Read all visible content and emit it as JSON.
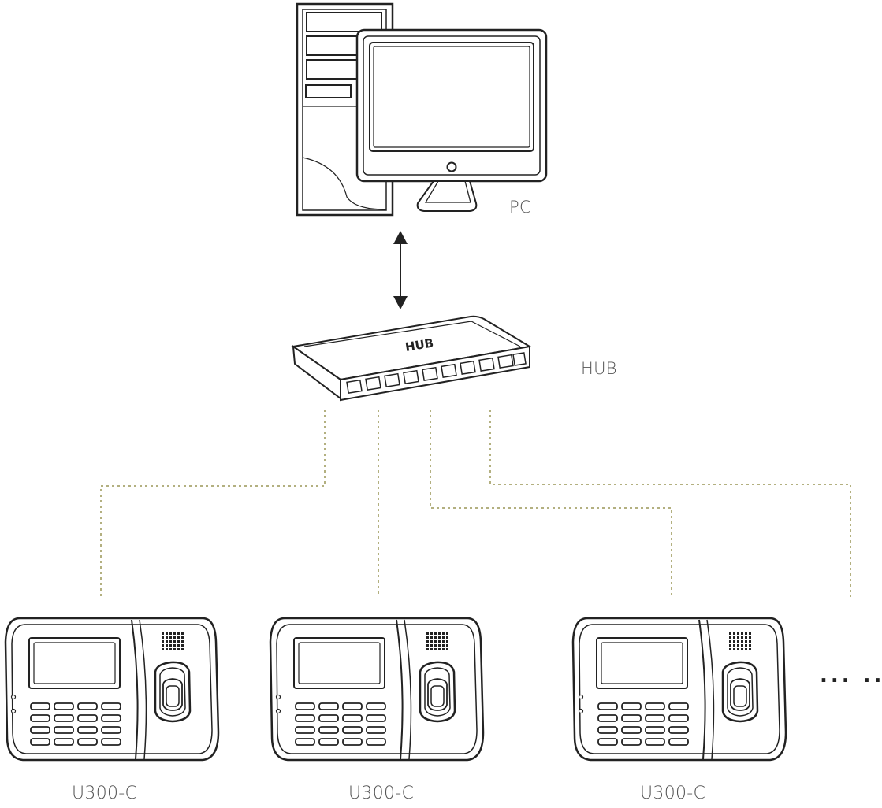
{
  "labels": {
    "pc": "PC",
    "hub": "HUB",
    "hub_device_text": "HUB",
    "devices": [
      "U300-C",
      "U300-C",
      "U300-C"
    ],
    "more": "... ..."
  },
  "colors": {
    "line": "#222222",
    "cable": "#b3b080",
    "label": "#555555"
  }
}
